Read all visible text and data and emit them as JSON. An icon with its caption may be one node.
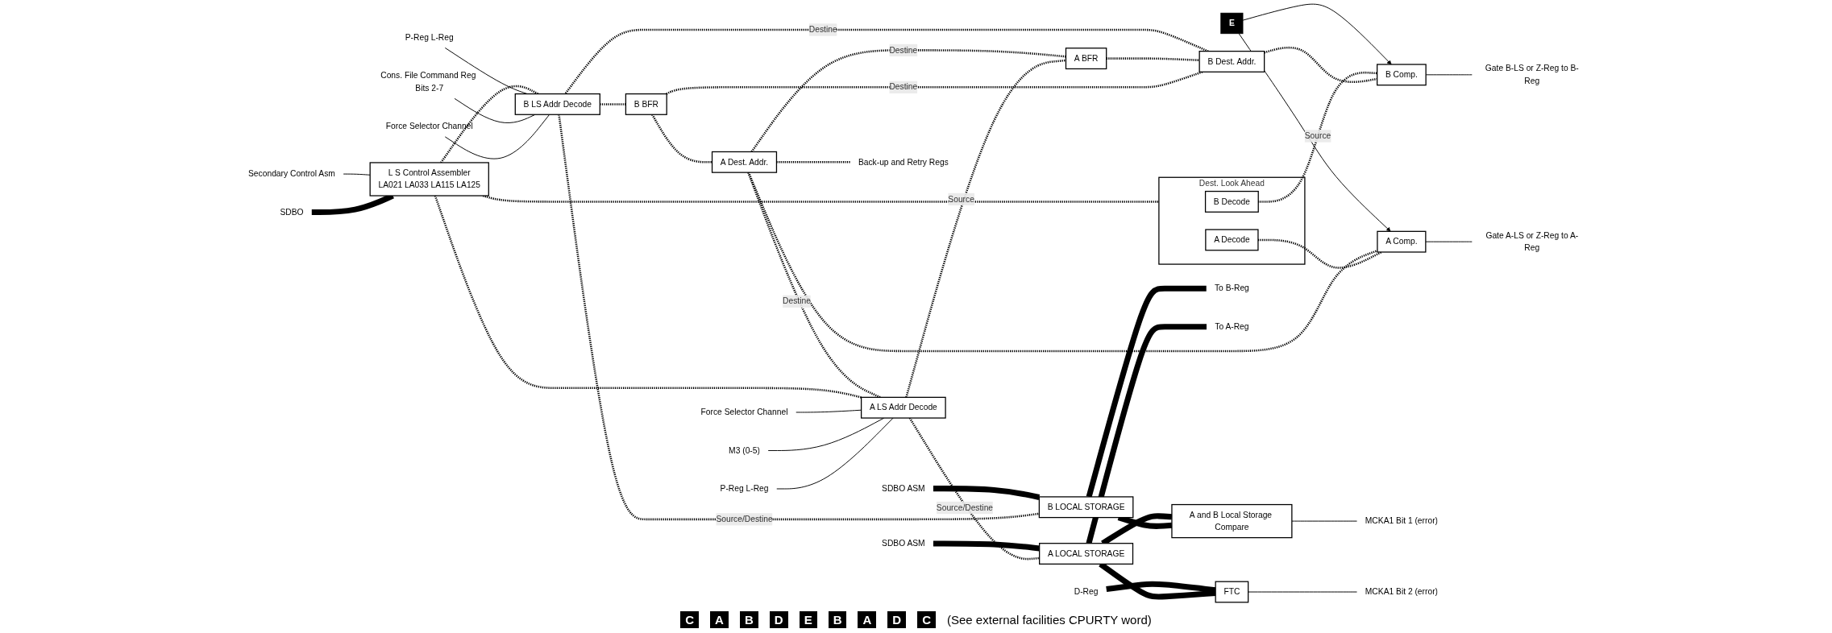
{
  "diagram": {
    "nodes": [
      {
        "text": [
          "B LS Addr Decode"
        ]
      },
      {
        "text": [
          "L S Control Assembler",
          "LA021 LA033 LA115 LA125"
        ]
      },
      {
        "text": [
          "A LS Addr Decode"
        ]
      },
      {
        "text": [
          "Dest. Look Ahead"
        ]
      },
      {
        "text": [
          "B Decode"
        ],
        "in": 3
      },
      {
        "text": [
          "A Decode"
        ],
        "in": 3
      },
      {
        "text": [
          "B BFR"
        ]
      },
      {
        "text": [
          "B Dest. Addr."
        ]
      },
      {
        "text": [
          "B Comp."
        ]
      },
      {
        "text": [
          "A BFR"
        ]
      },
      {
        "text": [
          "A Dest. Addr."
        ]
      },
      {
        "text": [
          "A Comp."
        ]
      },
      {
        "text": [
          "B LOCAL STORAGE"
        ]
      },
      {
        "text": [
          "A LOCAL STORAGE"
        ]
      },
      {
        "text": [
          "A and B Local Storage Compare"
        ]
      },
      {
        "text": [
          "FTC"
        ]
      },
      {
        "text": [
          "Force Selector Channel"
        ]
      },
      {
        "text": [
          "Cons. File Command Reg Bits 2-7"
        ]
      },
      {
        "text": [
          "P-Reg L-Reg"
        ]
      },
      {
        "text": [
          "SDBO"
        ]
      },
      {
        "text": [
          "Secondary Control Asm"
        ]
      },
      {
        "text": [
          "P-Reg L-Reg"
        ]
      },
      {
        "text": [
          "M3 (0-5)"
        ]
      },
      {
        "text": [
          "Force Selector Channel"
        ]
      },
      {
        "text": [
          "SDBO ASM"
        ]
      },
      {
        "text": [
          "SDBO ASM"
        ]
      },
      {
        "text": [
          "To B-Reg"
        ]
      },
      {
        "text": [
          "To A-Reg"
        ]
      },
      {
        "text": [
          "Gate B-LS or Z-Reg to B-Reg"
        ]
      },
      {
        "text": [
          "Gate A-LS or Z-Reg to A-Reg"
        ]
      },
      {
        "text": [
          "MCKA1 Bit 1 (error)"
        ]
      },
      {
        "text": [
          "MCKA1 Bit 2 (error)"
        ]
      },
      {
        "text": [
          "D-Reg"
        ]
      },
      {
        "text": [
          "Back-up and Retry Regs"
        ]
      },
      {
        "text": [
          "E"
        ]
      }
    ],
    "edges": [
      {
        "from": 16,
        "to": 0,
        "arrow": "none"
      },
      {
        "from": 17,
        "to": 0,
        "arrow": "none"
      },
      {
        "from": 18,
        "to": 0,
        "arrow": "none"
      },
      {
        "from": 19,
        "to": 1,
        "arrow": "none",
        "style": "thick"
      },
      {
        "from": 20,
        "to": 1,
        "arrow": "none"
      },
      {
        "from": 21,
        "to": 2,
        "arrow": "none"
      },
      {
        "from": 22,
        "to": 2,
        "arrow": "none"
      },
      {
        "from": 23,
        "to": 2,
        "arrow": "none"
      },
      {
        "from": 1,
        "to": 0,
        "arrow": "none",
        "style": "dashed"
      },
      {
        "from": 1,
        "to": 3,
        "arrow": "none",
        "style": "dashed"
      },
      {
        "from": 1,
        "to": 2,
        "arrow": "none",
        "style": "dashed"
      },
      {
        "from": 0,
        "to": 12,
        "label": "Source/Destine",
        "arrow": "none",
        "style": "dashed"
      },
      {
        "from": 0,
        "to": 6,
        "arrow": "none",
        "style": "dashed"
      },
      {
        "from": 6,
        "to": 7,
        "label": "Destine",
        "arrow": "none",
        "style": "dashed"
      },
      {
        "from": 7,
        "to": 0,
        "label": "Destine",
        "arrow": "none",
        "style": "dashed"
      },
      {
        "from": 7,
        "to": 8,
        "arrow": "none",
        "style": "dashed"
      },
      {
        "from": 4,
        "to": 8,
        "label": "Source",
        "arrow": "none",
        "style": "dashed"
      },
      {
        "from": 5,
        "to": 11,
        "arrow": "none",
        "style": "dashed"
      },
      {
        "from": 6,
        "to": 10,
        "arrow": "none",
        "style": "dashed"
      },
      {
        "from": 9,
        "to": 7,
        "arrow": "none",
        "style": "dashed"
      },
      {
        "from": 10,
        "to": 2,
        "label": "Destine",
        "arrow": "none",
        "style": "dashed"
      },
      {
        "from": 10,
        "to": 11,
        "arrow": "none",
        "style": "dashed"
      },
      {
        "from": 2,
        "to": 9,
        "label": "Source",
        "arrow": "none",
        "style": "dashed"
      },
      {
        "from": 9,
        "to": 10,
        "label": "Destine",
        "arrow": "none",
        "style": "dashed"
      },
      {
        "from": 2,
        "to": 13,
        "label": "Source/Destine",
        "arrow": "none",
        "style": "dashed"
      },
      {
        "from": 10,
        "to": 33,
        "arrow": "none",
        "style": "dashed"
      },
      {
        "from": 24,
        "to": 12,
        "arrow": "none",
        "style": "thick"
      },
      {
        "from": 25,
        "to": 13,
        "arrow": "none",
        "style": "thick"
      },
      {
        "from": 12,
        "to": 26,
        "arrow": "none",
        "style": "thick"
      },
      {
        "from": 13,
        "to": 27,
        "arrow": "none",
        "style": "thick"
      },
      {
        "from": 12,
        "to": 14,
        "arrow": "none",
        "style": "thick"
      },
      {
        "from": 13,
        "to": 14,
        "arrow": "none",
        "style": "thick"
      },
      {
        "from": 13,
        "to": 15,
        "arrow": "none",
        "style": "thick"
      },
      {
        "from": 32,
        "to": 15,
        "arrow": "none",
        "style": "thick"
      },
      {
        "from": 8,
        "to": 28,
        "arrow": "none"
      },
      {
        "from": 11,
        "to": 29,
        "arrow": "none"
      },
      {
        "from": 14,
        "to": 30,
        "arrow": "none"
      },
      {
        "from": 15,
        "to": 31,
        "arrow": "none"
      },
      {
        "from": 34,
        "to": 8,
        "arrow": "to"
      },
      {
        "from": 34,
        "to": 11,
        "arrow": "to"
      }
    ],
    "labels": [
      "C",
      "A",
      "B",
      "D",
      "E",
      "B",
      "A",
      "D",
      "C",
      "(See external facilities CPURTY word)"
    ]
  }
}
